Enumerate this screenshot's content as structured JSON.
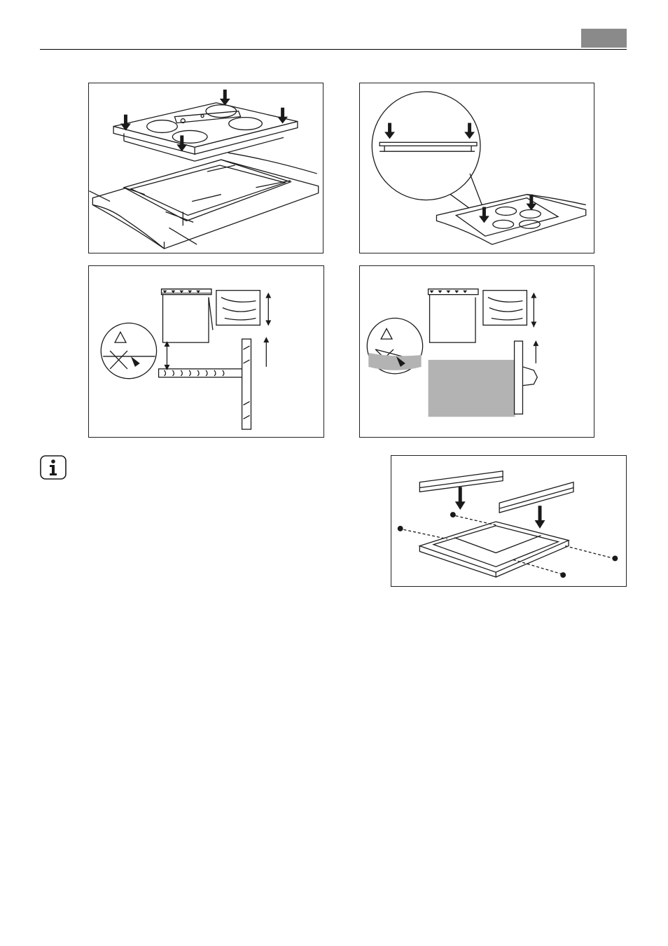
{
  "header": {
    "tab_color": "#8a8a8a",
    "rule_color": "#000000"
  },
  "figures": [
    {
      "id": "hob-placement",
      "icon": "hob-into-cutout-illustration"
    },
    {
      "id": "hob-seal-detail",
      "icon": "hob-seal-magnifier-illustration"
    },
    {
      "id": "clearance-shelf",
      "icon": "clearance-with-shelf-illustration"
    },
    {
      "id": "clearance-oven",
      "icon": "clearance-with-oven-illustration"
    },
    {
      "id": "bracket-assembly",
      "icon": "mounting-bracket-illustration"
    }
  ],
  "info_icon": {
    "icon": "info-icon"
  },
  "colors": {
    "line": "#1a1a1a",
    "gray_fill": "#b3b3b3"
  }
}
